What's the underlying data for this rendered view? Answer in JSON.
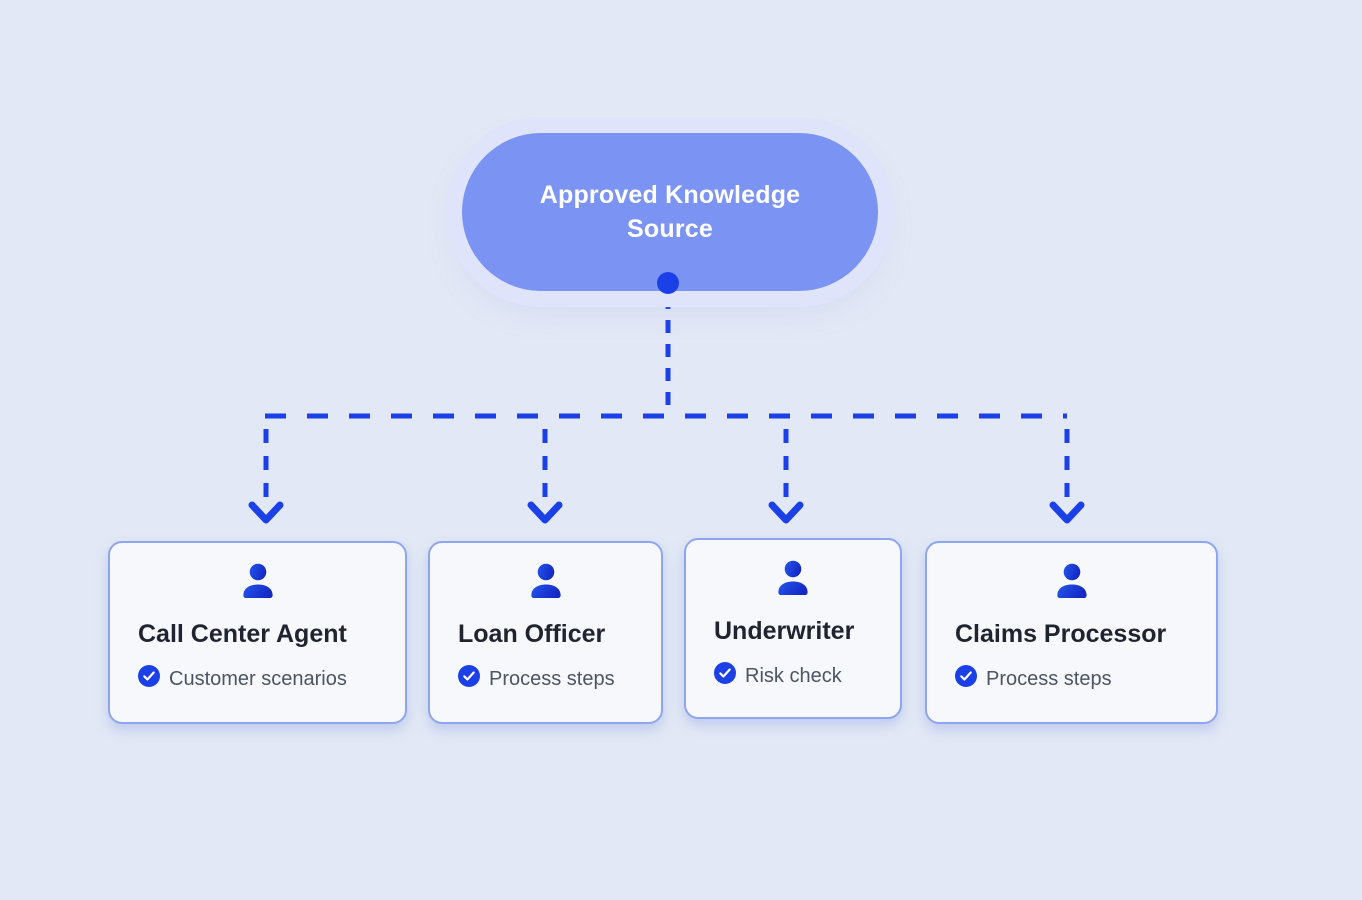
{
  "root": {
    "label": "Approved Knowledge Source"
  },
  "cards": [
    {
      "title": "Call Center Agent",
      "feature": "Customer scenarios",
      "bar_color": "#3e6e22"
    },
    {
      "title": "Loan Officer",
      "feature": "Process steps",
      "bar_color": "#e29d0a"
    },
    {
      "title": "Underwriter",
      "feature": "Risk check",
      "bar_color": "#3e6e22"
    },
    {
      "title": "Claims Processor",
      "feature": "Process steps",
      "bar_color": "#e29d0a"
    }
  ],
  "icons": {
    "card_icon": "person-icon",
    "feature_icon": "check-badge-icon",
    "branch_arrow": "arrow-down-icon"
  },
  "colors": {
    "background": "#e2e8f5",
    "root_fill": "#7b93f2",
    "root_halo": "#dfe4fb",
    "connector": "#1c40e8",
    "card_bg": "#f6f8fc",
    "card_border": "#8ea6ef",
    "title": "#1f2430",
    "feature_text": "#4b5563",
    "icon_blue_start": "#2457ec",
    "icon_blue_end": "#1428c4",
    "green_bar": "#3e6e22",
    "amber_bar": "#e29d0a"
  }
}
